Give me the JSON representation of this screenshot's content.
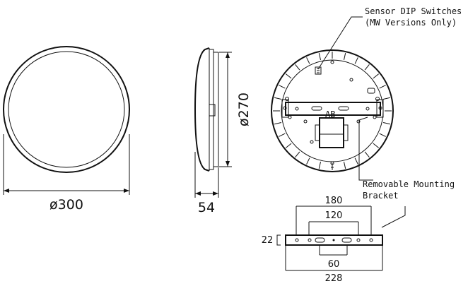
{
  "callouts": {
    "sensor_line1": "Sensor DIP Switches",
    "sensor_line2": "(MW Versions Only)",
    "bracket_line1": "Removable Mounting",
    "bracket_line2": "Bracket"
  },
  "dimensions": {
    "front_diameter": "ø300",
    "side_diameter": "ø270",
    "side_depth": "54",
    "bracket_outer": "180",
    "bracket_inner": "120",
    "bracket_height": "22",
    "bracket_slot": "60",
    "bracket_total": "228"
  },
  "label_text": "AB"
}
